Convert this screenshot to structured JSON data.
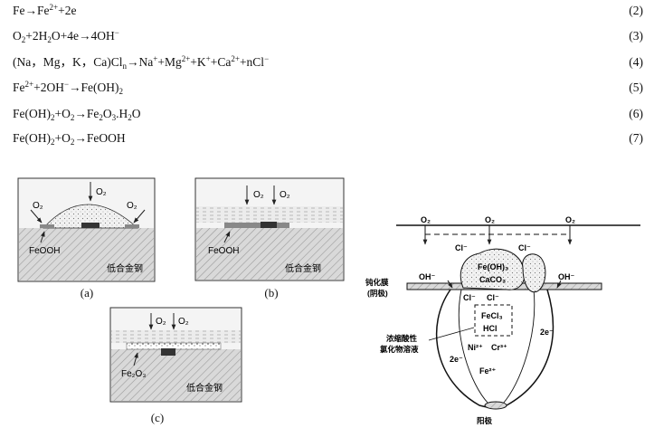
{
  "equations": [
    {
      "html": "Fe→Fe<sup>2+</sup>+2e",
      "num": "(2)"
    },
    {
      "html": "O<sub>2</sub>+2H<sub>2</sub>O+4e→4OH<sup>−</sup>",
      "num": "(3)"
    },
    {
      "html": "(Na，Mg，K，Ca)Cl<sub>n</sub>→Na<sup>+</sup>+Mg<sup>2+</sup>+K<sup>+</sup>+Ca<sup>2+</sup>+nCl<sup>−</sup>",
      "num": "(4)"
    },
    {
      "html": "Fe<sup>2+</sup>+2OH<sup>−</sup>→Fe(OH)<sub>2</sub>",
      "num": "(5)"
    },
    {
      "html": "Fe(OH)<sub>2</sub>+O<sub>2</sub>→Fe<sub>2</sub>O<sub>3</sub>.H<sub>2</sub>O",
      "num": "(6)"
    },
    {
      "html": "Fe(OH)<sub>2</sub>+O<sub>2</sub>→FeOOH",
      "num": "(7)"
    }
  ],
  "panels": {
    "a": {
      "caption": "(a)",
      "o2": "O₂",
      "rust": "FeOOH",
      "steel": "低合金钢"
    },
    "b": {
      "caption": "(b)",
      "o2": "O₂",
      "rust": "FeOOH",
      "steel": "低合金钢"
    },
    "c": {
      "caption": "(c)",
      "o2": "O₂",
      "rust": "Fe₂O₃",
      "steel": "低合金钢"
    }
  },
  "pit": {
    "o2": "O₂",
    "cl": "Cl⁻",
    "oh": "OH⁻",
    "feoh3": "Fe(OH)₃",
    "caco3": "CaCO₃",
    "fecl3": "FeCl₃",
    "hcl": "HCl",
    "passive_film": "钝化膜",
    "cathode": "(阴极)",
    "conc_solution_1": "浓缩酸性",
    "conc_solution_2": "氯化物溶液",
    "ni": "Ni²⁺",
    "cr": "Cr³⁺",
    "fe": "Fe²⁺",
    "e": "2e⁻",
    "anode": "阳极"
  }
}
